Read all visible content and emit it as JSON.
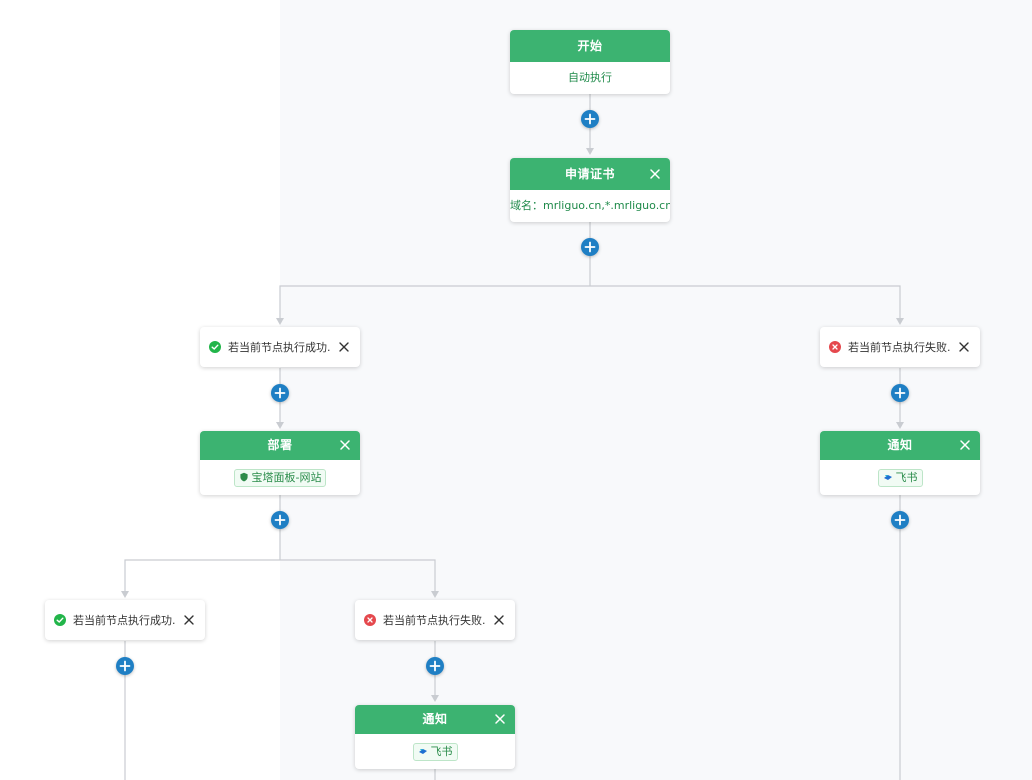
{
  "flow": {
    "start": {
      "title": "开始",
      "subtitle": "自动执行"
    },
    "apply_cert": {
      "title": "申请证书",
      "domain": "域名：mrliguo.cn,*.mrliguo.cn"
    },
    "branch_success": {
      "label": "若当前节点执行成功."
    },
    "branch_failure": {
      "label": "若当前节点执行失败."
    },
    "deploy": {
      "title": "部署",
      "provider": "宝塔面板-网站"
    },
    "notify_right": {
      "title": "通知",
      "channel": "飞书"
    },
    "branch2_success": {
      "label": "若当前节点执行成功."
    },
    "branch2_failure": {
      "label": "若当前节点执行失败."
    },
    "notify_bottom": {
      "title": "通知",
      "channel": "飞书"
    }
  },
  "colors": {
    "header_green": "#3cb371",
    "body_text_green": "#1f8a4a",
    "add_blue": "#1f7fc4",
    "success_green": "#22b54a",
    "failure_red": "#e5484d",
    "connector_gray": "#c9ccd1",
    "canvas_bg": "#f8f9fb"
  },
  "icons": {
    "add": "plus-circle-icon",
    "close": "close-icon",
    "success": "check-circle-icon",
    "failure": "x-circle-icon",
    "provider": "shield-icon",
    "channel": "feishu-icon"
  }
}
